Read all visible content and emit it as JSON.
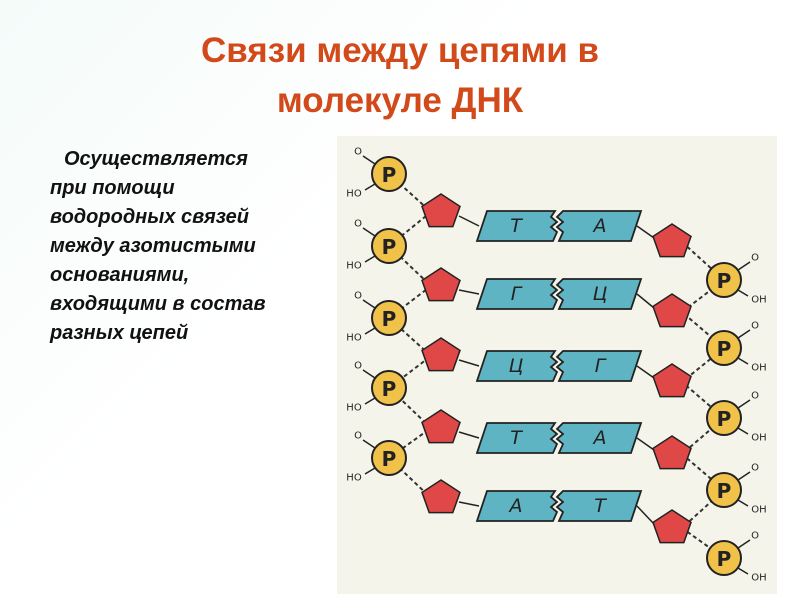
{
  "slide": {
    "title_lines": [
      "Связи между цепями в",
      "молекуле ДНК"
    ],
    "text_lines": [
      "Осуществляется",
      "при помощи",
      "водородных связей",
      "между азотистыми",
      "основаниями,",
      "входящими в состав",
      "разных цепей"
    ]
  },
  "diagram": {
    "phosphate_label": "P",
    "oxygen_label": "O",
    "hydroxyl_label": "HO",
    "hydroxyl_label_right": "OH",
    "pairs": [
      {
        "left": "Т",
        "right": "А"
      },
      {
        "left": "Г",
        "right": "Ц"
      },
      {
        "left": "Ц",
        "right": "Г"
      },
      {
        "left": "Т",
        "right": "А"
      },
      {
        "left": "А",
        "right": "Т"
      }
    ],
    "colors": {
      "base_fill": "#5fb4c4",
      "sugar_fill": "#e04848",
      "phosphate_fill": "#f0c24a",
      "backbone": "#333333",
      "panel_bg": "#f5f4ea"
    }
  }
}
